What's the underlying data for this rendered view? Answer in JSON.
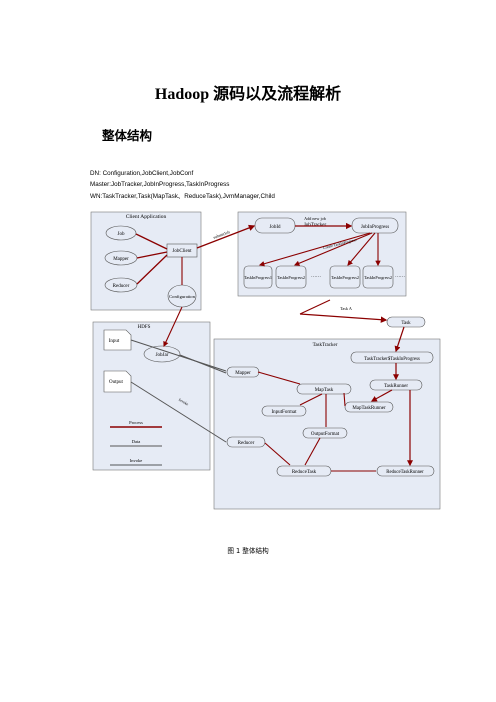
{
  "document": {
    "title": "Hadoop 源码以及流程解析",
    "section_heading": "整体结构",
    "component_lines": [
      "DN: Configuration,JobClient,JobConf",
      "Master:JobTracker,JobInProgress,TaskInProgress",
      "WN:TaskTracker,Task(MapTask、ReduceTask),JvmManager,Child"
    ],
    "figure_caption": "图 1 整体结构"
  },
  "diagram": {
    "client_app": {
      "title": "Client Application",
      "job": "Job",
      "mapper": "Mapper",
      "reducer": "Reducer",
      "jobclient": "JobClient",
      "configuration": "Configuration"
    },
    "hdfs": {
      "title": "HDFS",
      "input": "Input",
      "output": "Output",
      "jobjar": "JobJar"
    },
    "jobtracker": {
      "title": "JobTracker",
      "jobid": "JobId",
      "jobinprogress": "JobInProgress",
      "tip1": "TaskInProgress1",
      "tip2": "TaskInProgress2",
      "tip3": "TaskInProgress2",
      "tip4": "TaskInProgress2",
      "ellipsis": "……",
      "add_new_job": "Add new job"
    },
    "tasktracker": {
      "title": "TaskTracker",
      "task": "Task",
      "tt_tip": "TaskTracker$TaskInProgress",
      "taskrunner": "TaskRunner",
      "mapper": "Mapper",
      "maptask": "MapTask",
      "maptaskrunner": "MapTaskRunner",
      "inputformat": "InputFormat",
      "outputformat": "OutputFormat",
      "reducer": "Reducer",
      "reducetask": "ReduceTask",
      "reducetaskrunner": "ReduceTaskRunner"
    },
    "legend": {
      "process": "Process",
      "data": "Data",
      "invoke": "Invoke"
    },
    "edge_labels": {
      "submit_job": "submitJob",
      "create_task": "Create TaskInProgress",
      "task_a": "Task A",
      "invoke": "Invoke"
    },
    "colors": {
      "process": "#8b0000",
      "data": "#555555",
      "invoke": "#222222",
      "panel": "#e6ebf5"
    }
  }
}
